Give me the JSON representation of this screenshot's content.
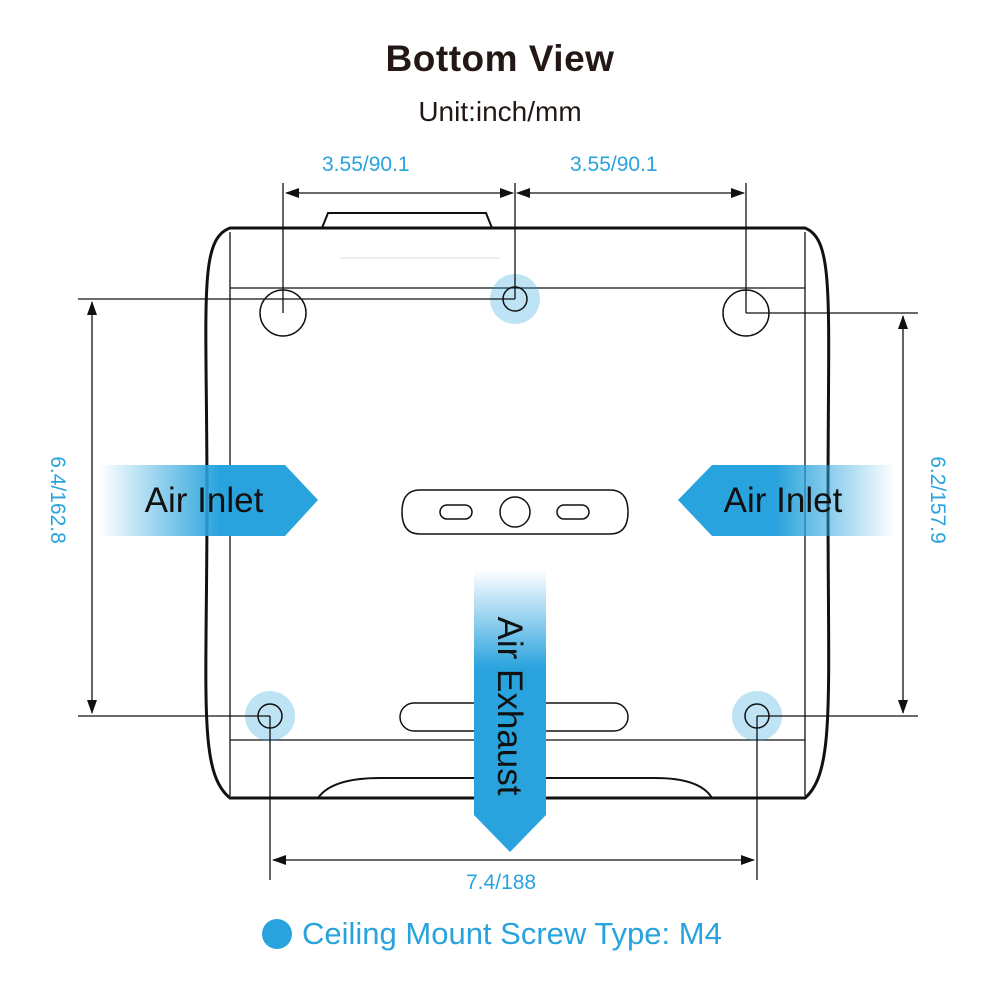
{
  "title": "Bottom View",
  "subtitle": "Unit:inch/mm",
  "dimensions": {
    "top_left": "3.55/90.1",
    "top_right": "3.55/90.1",
    "left": "6.4/162.8",
    "right": "6.2/157.9",
    "bottom": "7.4/188"
  },
  "airflow": {
    "inlet_left": "Air Inlet",
    "inlet_right": "Air Inlet",
    "exhaust": "Air Exhaust"
  },
  "legend": {
    "text": "Ceiling Mount Screw Type: M4"
  },
  "colors": {
    "accent": "#29a3dd",
    "outline": "#111111",
    "text": "#231815"
  }
}
